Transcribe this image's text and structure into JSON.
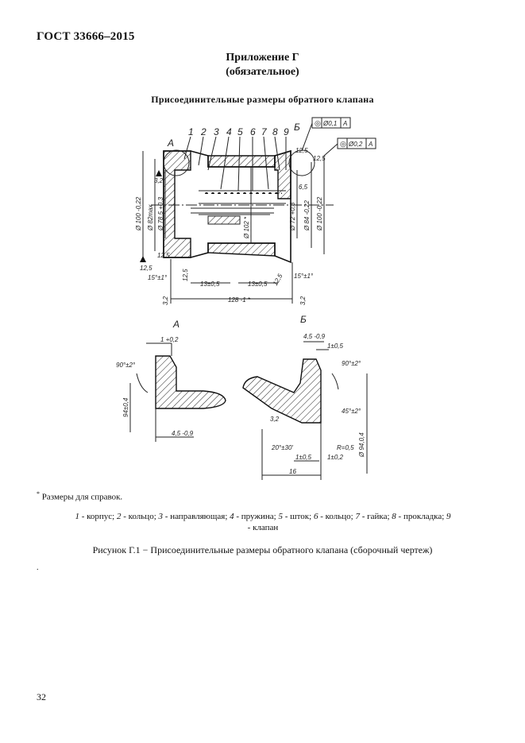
{
  "header": {
    "standard": "ГОСТ 33666–2015"
  },
  "appendix": {
    "title": "Приложение Г",
    "status": "(обязательное)"
  },
  "figure": {
    "title": "Присоединительные размеры обратного клапана",
    "part_numbers": [
      "1",
      "2",
      "3",
      "4",
      "5",
      "6",
      "7",
      "8",
      "9"
    ],
    "section_labels": {
      "a": "А",
      "b": "Б"
    },
    "tolerance_frames": [
      {
        "symbol": "◎",
        "value": "Ø0,1",
        "datum": "А"
      },
      {
        "symbol": "◎",
        "value": "Ø0,2",
        "datum": "А"
      }
    ],
    "main_dims": {
      "d100": "Ø 100 -0,22",
      "d82": "Ø 82max",
      "d78": "Ø 78,5 +0,3",
      "d102": "Ø 102 *",
      "d72": "Ø 72 +0,3",
      "d84": "Ø 84 -0,22",
      "d100r": "Ø 100 -0,22",
      "l13a": "13±0,5",
      "l13b": "13±0,5",
      "l128": "128 -1 *",
      "r32a": "3,2",
      "r32b": "3,2",
      "r32c": "3,2",
      "r125a": "12,5",
      "r125b": "12,5",
      "r125c": "12,5",
      "r125d": "12,5",
      "r125e": "12,5",
      "r125f": "12,5",
      "r65": "6,5",
      "ang_l": "15°±1°",
      "ang_r": "15°±1°"
    },
    "detail_a_dims": {
      "d1": "1 +0,2",
      "ang": "90°±2°",
      "h94": "94±0,4",
      "l45": "4,5 -0,9"
    },
    "detail_b_dims": {
      "l45": "4,5 -0,9",
      "l1a": "1±0,5",
      "ang90": "90°±2°",
      "ang45": "45°±2°",
      "r32": "3,2",
      "ang20": "20°±30'",
      "l1b": "1±0,5",
      "l1c": "1±0,2",
      "r05": "R=0,5",
      "d94": "Ø 94,0,4",
      "l16": "16"
    }
  },
  "note": {
    "mark": "*",
    "text": "Размеры для справок."
  },
  "legend": [
    {
      "num": "1",
      "name": "корпус"
    },
    {
      "num": "2",
      "name": "кольцо"
    },
    {
      "num": "3",
      "name": "направляющая"
    },
    {
      "num": "4",
      "name": "пружина"
    },
    {
      "num": "5",
      "name": "шток"
    },
    {
      "num": "6",
      "name": "кольцо"
    },
    {
      "num": "7",
      "name": "гайка"
    },
    {
      "num": "8",
      "name": "прокладка"
    },
    {
      "num": "9",
      "name": "клапан"
    }
  ],
  "caption": "Рисунок Г.1 − Присоединительные размеры обратного клапана (сборочный чертеж)",
  "dot": ".",
  "page_number": "32"
}
